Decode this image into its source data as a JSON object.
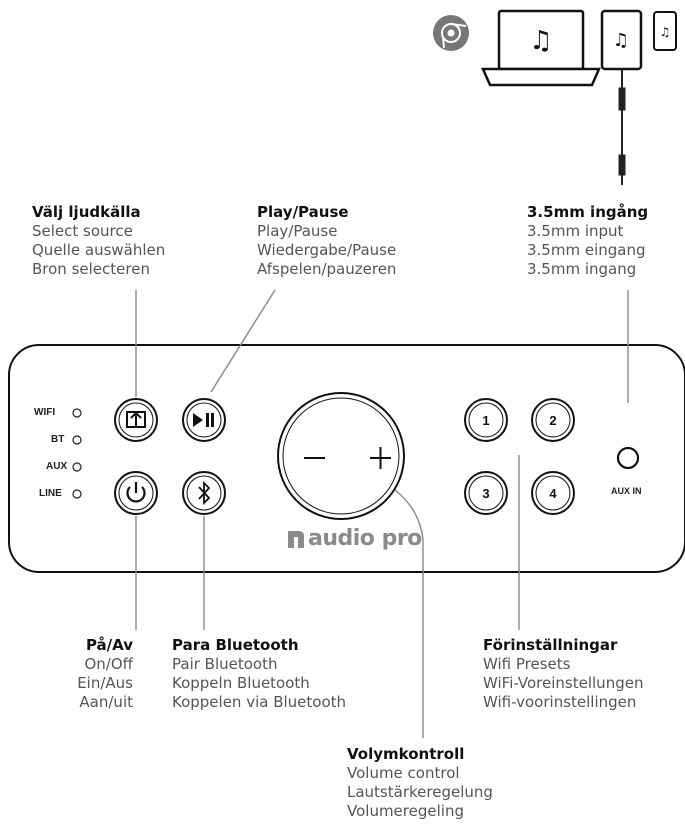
{
  "callouts": {
    "source": {
      "title": "Välj ljudkälla",
      "lines": [
        "Select source",
        "Quelle auswählen",
        "Bron selecteren"
      ]
    },
    "playpause": {
      "title": "Play/Pause",
      "lines": [
        "Play/Pause",
        "Wiedergabe/Pause",
        "Afspelen/pauzeren"
      ]
    },
    "input": {
      "title": "3.5mm ingång",
      "lines": [
        "3.5mm input",
        "3.5mm eingang",
        "3.5mm ingang"
      ]
    },
    "power": {
      "title": "På/Av",
      "lines": [
        "On/Off",
        "Ein/Aus",
        "Aan/uit"
      ]
    },
    "bluetooth": {
      "title": "Para Bluetooth",
      "lines": [
        "Pair Bluetooth",
        "Koppeln Bluetooth",
        "Koppelen via Bluetooth"
      ]
    },
    "presets": {
      "title": "Förinställningar",
      "lines": [
        "Wifi Presets",
        "WiFi-Voreinstellungen",
        "Wifi-voorinstellingen"
      ]
    },
    "volume": {
      "title": "Volymkontroll",
      "lines": [
        "Volume control",
        "Lautstärkeregelung",
        "Volumeregeling"
      ]
    }
  },
  "indicators": [
    "WIFI",
    "BT",
    "AUX",
    "LINE"
  ],
  "presets": [
    "1",
    "2",
    "3",
    "4"
  ],
  "brand": "audio pro",
  "aux_label": "AUX IN",
  "volume": {
    "minus": "−",
    "plus": "+"
  }
}
